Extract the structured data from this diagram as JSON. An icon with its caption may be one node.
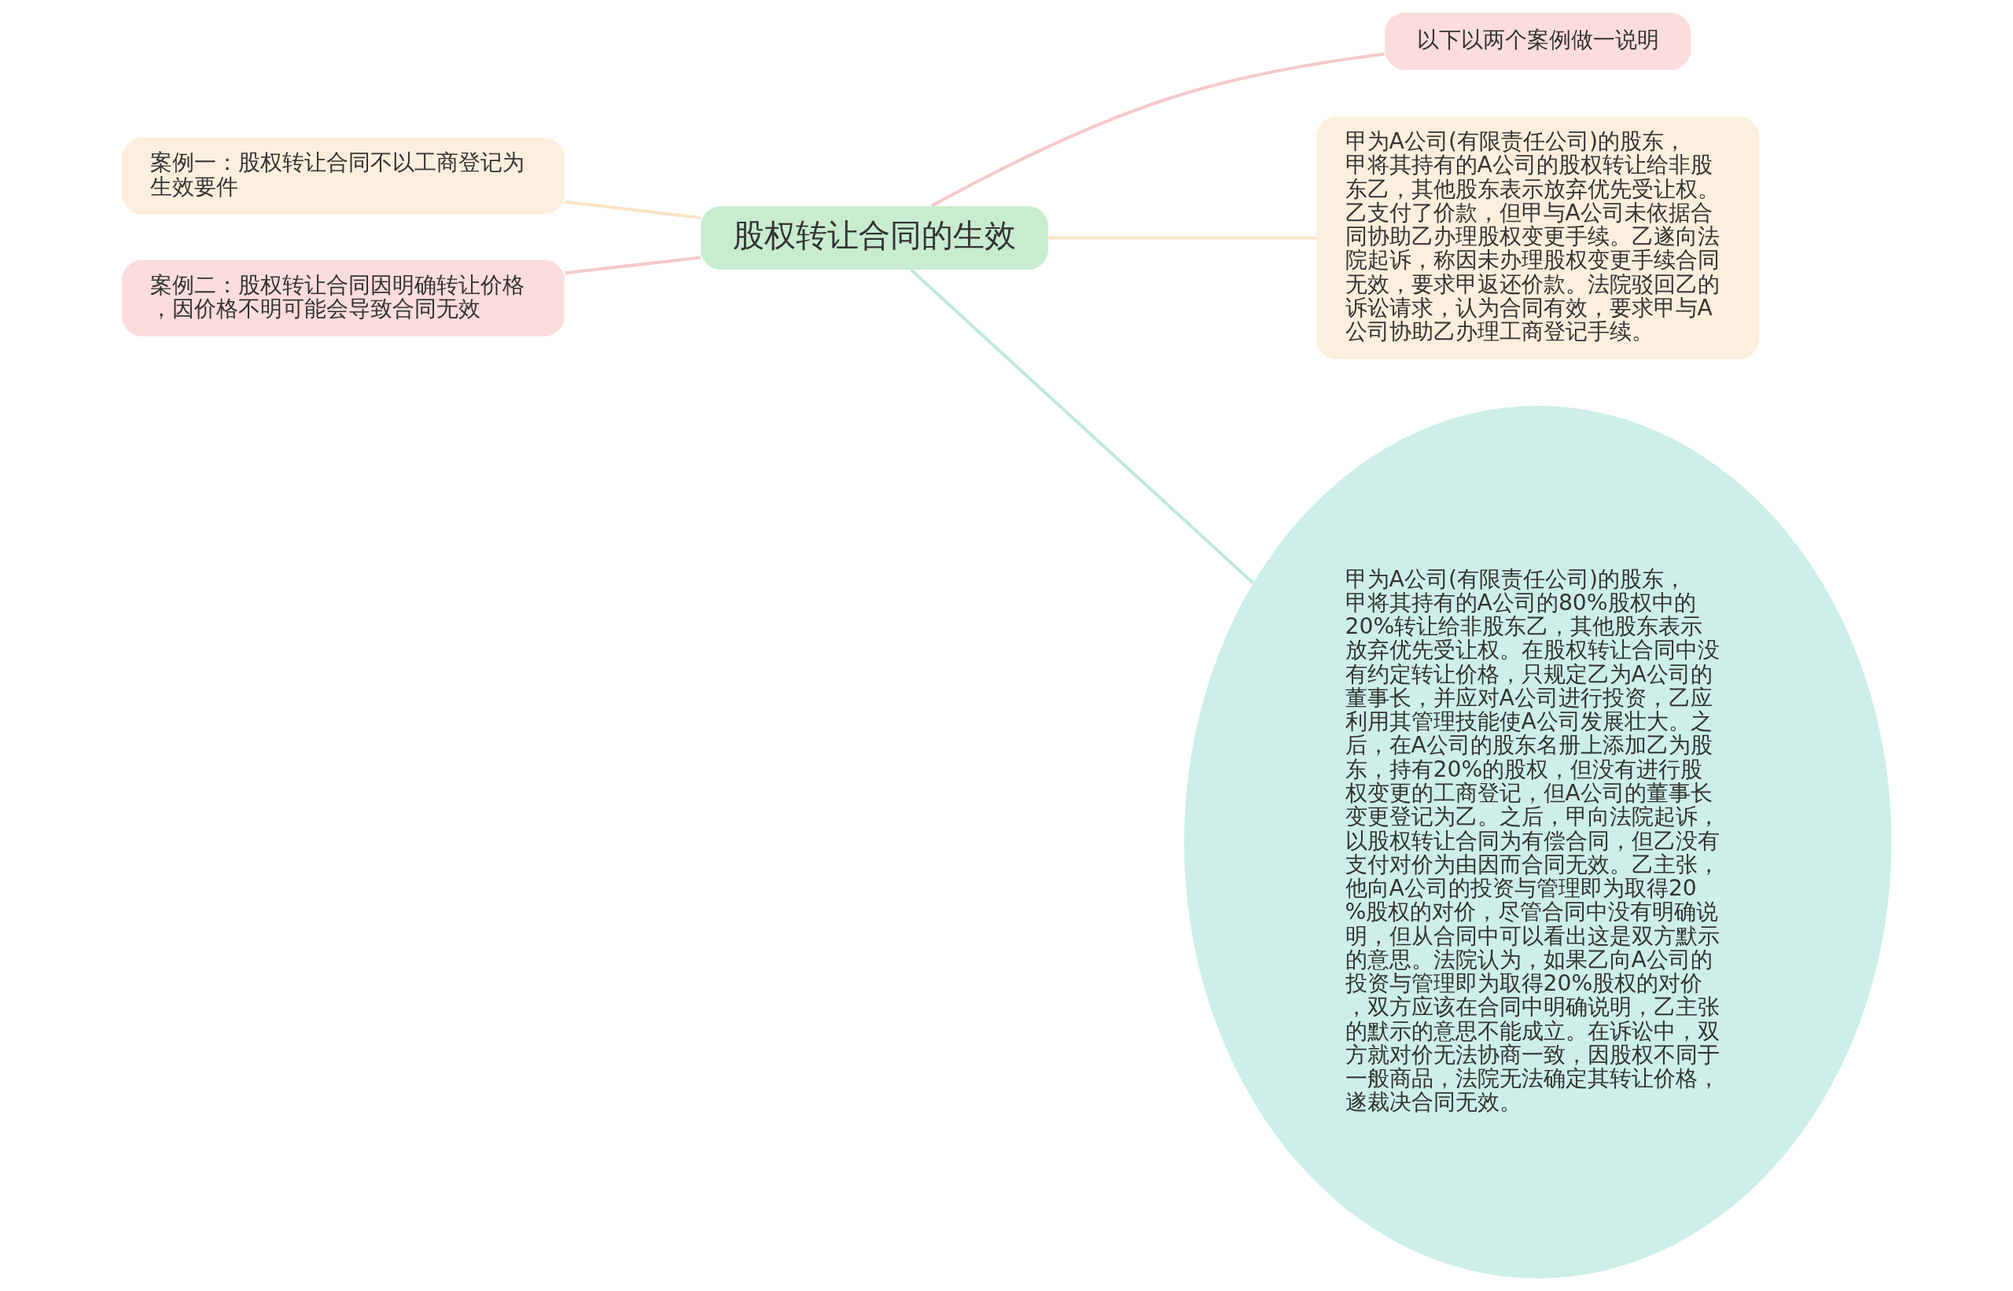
{
  "diagram": {
    "nodes": [
      {
        "text": [
          "股权转让合同的生效"
        ]
      },
      {
        "text": [
          "以下以两个案例做一说明"
        ]
      },
      {
        "text": [
          "甲为A公司(有限责任公司)的股东，甲将其持有的A公司的股权转让给非股东乙，其他股东表示放弃优先受让权。乙支付了价款，但甲与A公司未依据合同协助乙办理股权变更手续。乙遂向法院起诉，称因未办理股权变更手续合同无效，要求甲返还价款。法院驳回乙的诉讼请求，认为合同有效，要求甲与A公司协助乙办理工商登记手续。"
        ]
      },
      {
        "text": [
          "甲为A公司(有限责任公司)的股东，甲将其持有的A公司的80%股权中的20%转让给非股东乙，其他股东表示放弃优先受让权。在股权转让合同中没有约定转让价格，只规定乙为A公司的董事长，并应对A公司进行投资，乙应利用其管理技能使A公司发展壮大。之后，在A公司的股东名册上添加乙为股东，持有20%的股权，但没有进行股权变更的工商登记，但A公司的董事长变更登记为乙。之后，甲向法院起诉，以股权转让合同为有偿合同，但乙没有支付对价为由因而合同无效。乙主张，他向A公司的投资与管理即为取得20%股权的对价，尽管合同中没有明确说明，但从合同中可以看出这是双方默示的意思。法院认为，如果乙向A公司的投资与管理即为取得20%股权的对价，双方应该在合同中明确说明，乙主张的默示的意思不能成立。在诉讼中，双方就对价无法协商一致，因股权不同于一般商品，法院无法确定其转让价格，遂裁决合同无效。"
        ]
      },
      {
        "text": [
          "案例一：股权转让合同不以工商登记为生效要件"
        ]
      },
      {
        "text": [
          "案例二：股权转让合同因明确转让价格，因价格不明可能会导致合同无效"
        ]
      }
    ],
    "edges": [
      {
        "from": 0,
        "to": 1,
        "arrow": "none",
        "color": "#f6c9c9"
      },
      {
        "from": 0,
        "to": 2,
        "arrow": "none",
        "color": "#fbe3c8"
      },
      {
        "from": 0,
        "to": 3,
        "arrow": "none",
        "color": "#bfe8dd"
      },
      {
        "from": 0,
        "to": 4,
        "arrow": "none",
        "color": "#fbe3c8"
      },
      {
        "from": 0,
        "to": 5,
        "arrow": "none",
        "color": "#f6c9c9"
      }
    ]
  }
}
